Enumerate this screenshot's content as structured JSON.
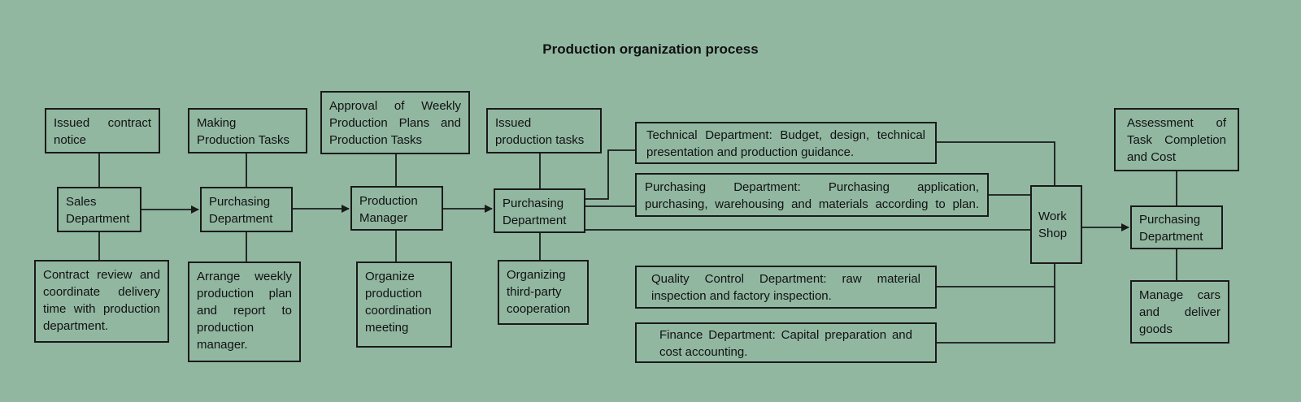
{
  "title": "Production organization process",
  "colors": {
    "background": "#91b7a1",
    "line": "#1a1a1a",
    "text": "#111111"
  },
  "nodes": {
    "issued_contract_notice": "Issued contract notice",
    "sales_department": "Sales\nDepartment",
    "contract_review": "Contract review and coordinate delivery time with production department.",
    "making_production_tasks": "Making\nProduction Tasks",
    "purchasing_department_1": "Purchasing\nDepartment",
    "arrange_weekly_plan": "Arrange weekly production plan and report to production manager.",
    "approval_weekly_plans": "Approval of Weekly Production Plans and Production Tasks",
    "production_manager": "Production\nManager",
    "organize_coordination_meeting": "Organize\nproduction\ncoordination\nmeeting",
    "issued_production_tasks": "Issued\nproduction tasks",
    "purchasing_department_2": "Purchasing\nDepartment",
    "organizing_third_party": "Organizing\nthird-party\ncooperation",
    "technical_department": "Technical Department: Budget, design, technical presentation and production guidance.",
    "purchasing_department_wide": "Purchasing Department: Purchasing application,\npurchasing, warehousing and materials according to plan.",
    "quality_control_department": "Quality Control Department: raw material inspection and factory inspection.",
    "finance_department": "Finance Department: Capital preparation and cost accounting.",
    "work_shop": "Work\nShop",
    "assessment_task_completion": "Assessment of Task Completion and Cost",
    "purchasing_department_3": "Purchasing\nDepartment",
    "manage_cars_deliver_goods": "Manage cars and deliver goods"
  }
}
